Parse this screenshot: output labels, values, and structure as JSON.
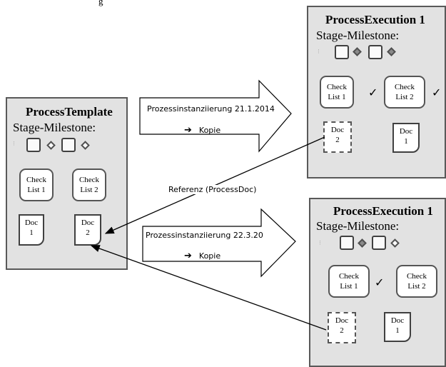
{
  "top_caption": "g",
  "top_caption_right": "",
  "template": {
    "title": "ProcessTemplate",
    "stage_label": "Stage-Milestone:",
    "check1": "Check List 1",
    "check2": "Check List 2",
    "doc1": "Doc 1",
    "doc2": "Doc 2"
  },
  "execution1": {
    "title": "ProcessExecution 1",
    "stage_label": "Stage-Milestone:",
    "check1": "Check List 1",
    "check2": "Check List 2",
    "tick": "✓",
    "doc_ref": "Doc 2",
    "doc_own": "Doc 1"
  },
  "execution2": {
    "title": "ProcessExecution 1",
    "stage_label": "Stage-Milestone:",
    "check1": "Check List 1",
    "check2": "Check List 2",
    "tick": "✓",
    "doc_ref": "Doc 2",
    "doc_own": "Doc 1"
  },
  "arrow1": {
    "label": "Prozessinstanziierung 21.1.2014",
    "kopie_arrow": "➔",
    "kopie": "Kopie"
  },
  "arrow2": {
    "label": "Prozessinstanziierung 22.3.20",
    "kopie_arrow": "➔",
    "kopie": "Kopie"
  },
  "reference_label": "Referenz (ProcessDoc)",
  "colors": {
    "panel_bg": "#e2e2e2",
    "panel_border": "#595959",
    "filled_diamond": "#8a8a8a"
  }
}
